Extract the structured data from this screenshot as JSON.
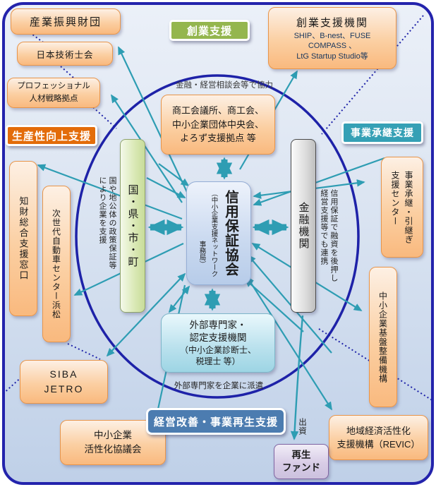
{
  "diagram_title_center": "信用保証協会",
  "category_labels": {
    "productivity": "生産性向上支援",
    "startup": "創業支援",
    "succession": "事業承継支援",
    "turnaround": "経営改善・事業再生支援"
  },
  "center": {
    "main": "信用保証協会",
    "sub1": "（中小企業支援ネットワーク",
    "sub2": "事務局）"
  },
  "nodes": {
    "sangyo": "産業振興財団",
    "gijutsushi": "日本技術士会",
    "professional_1": "プロフェッショナル",
    "professional_2": "人材戦略拠点",
    "sogyo_title": "創業支援機関",
    "sogyo_line1": "SHIP、B-nest、FUSE",
    "sogyo_line2": "COMPASS 、",
    "sogyo_line3": "LtG Startup Studio等",
    "shoko_1": "商工会議所、商工会、",
    "shoko_2": "中小企業団体中央会、",
    "shoko_3": "よろず支援拠点 等",
    "kuni": "国・県・市・町",
    "kinyu": "金融機関",
    "chizai": "知財総合支援窓口",
    "jisedai": "次世代自動車センター浜松",
    "siba_1": "SIBA",
    "siba_2": "JETRO",
    "jigyo_col1": "事業承継・引継ぎ",
    "jigyo_col2": "支援センター",
    "kiban": "中小企業基盤整備機構",
    "gaibu_1": "外部専門家・",
    "gaibu_2": "認定支援機関",
    "gaibu_3": "（中小企業診断士、",
    "gaibu_4": "税理士 等）",
    "kasseika_1": "中小企業",
    "kasseika_2": "活性化協議会",
    "revic_1": "地域経済活性化",
    "revic_2": "支援機構（REVIC）",
    "saisei_1": "再生",
    "saisei_2": "ファンド"
  },
  "annotations": {
    "soudan": "金融・経営相談会等で協力",
    "kuni_note_r": "国や地公体の政策保証等",
    "kuni_note_l": "により企業を支援",
    "kinyu_note_r": "信用保証で融資を後押し",
    "kinyu_note_l": "経営支援等でも連携",
    "haken": "外部専門家を企業に派遣",
    "shusshi": "出資"
  },
  "colors": {
    "frame_border": "#2323AC",
    "ellipse": "#1E22A8",
    "arrow_teal": "#2E9DB3",
    "node_orange_border": "#E8954A",
    "label_productivity": "#E36C0A",
    "label_startup": "#94B64E",
    "label_succession": "#35A0B5",
    "label_turnaround": "#4C7CB0",
    "center_box": "#B7CCE9",
    "gov_box_green": "#C8DC9A",
    "bank_box_gray": "#BFBFBF",
    "expert_box_cyan": "#9DD5E4",
    "fund_box_purple": "#CCC1DE"
  }
}
